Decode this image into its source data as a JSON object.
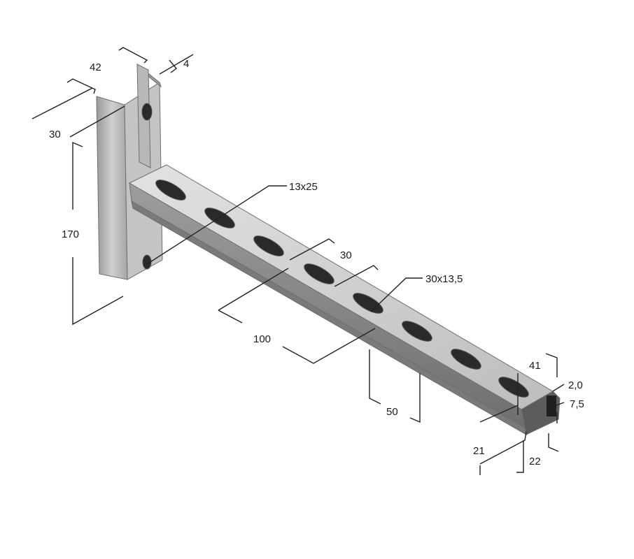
{
  "dimensions": {
    "d42": "42",
    "d4": "4",
    "d30_top": "30",
    "d170": "170",
    "d13x25": "13x25",
    "d30_mid": "30",
    "d30x13_5": "30x13,5",
    "d100": "100",
    "d50": "50",
    "d41": "41",
    "d2_0": "2,0",
    "d7_5": "7,5",
    "d21": "21",
    "d22": "22"
  },
  "colors": {
    "metal_dark": "#8f8f8f",
    "metal_mid": "#b4b4b4",
    "metal_light": "#d2d2d2",
    "slot": "#2a2a2a",
    "line": "#222222"
  }
}
